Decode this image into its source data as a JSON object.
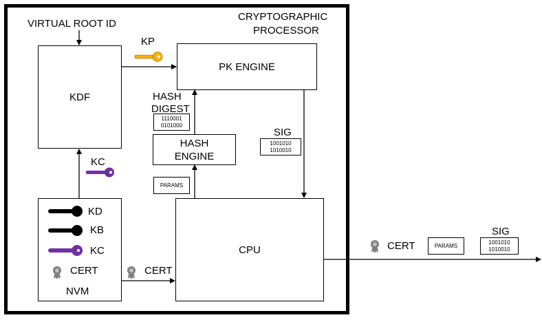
{
  "processor": {
    "title_line1": "CRYPTOGRAPHIC",
    "title_line2": "PROCESSOR",
    "virtual_root_id": "VIRTUAL ROOT ID"
  },
  "blocks": {
    "kdf": "KDF",
    "pk_engine": "PK ENGINE",
    "hash_engine_line1": "HASH",
    "hash_engine_line2": "ENGINE",
    "cpu": "CPU",
    "nvm": "NVM"
  },
  "labels": {
    "kp": "KP",
    "kc_path": "KC",
    "hash_digest_line1": "HASH",
    "hash_digest_line2": "DIGEST",
    "sig_internal": "SIG",
    "params_internal": "PARAMS",
    "cert_flow": "CERT"
  },
  "hash_digest_bits": [
    "1110001",
    "0101000"
  ],
  "sig_bits": [
    "1001010",
    "1010010"
  ],
  "nvm_items": [
    {
      "label": "KD",
      "color": "#000000"
    },
    {
      "label": "KB",
      "color": "#000000"
    },
    {
      "label": "KC",
      "color": "#7030a0"
    },
    {
      "label": "CERT"
    }
  ],
  "output": {
    "cert": "CERT",
    "params": "PARAMS",
    "sig_label": "SIG",
    "sig_bits": [
      "1001010",
      "1010010"
    ]
  },
  "colors": {
    "kp_key": "#f4b400",
    "kc_key": "#7030a0",
    "dark_key": "#000000",
    "cert_icon": "#7f7f7f"
  }
}
